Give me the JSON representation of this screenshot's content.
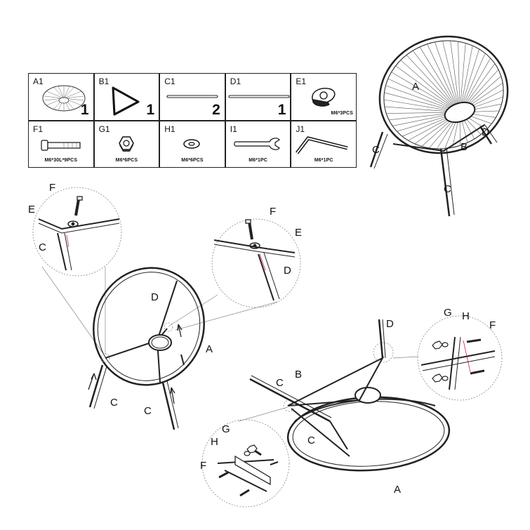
{
  "parts": [
    {
      "id": "A1",
      "qty": "1",
      "spec": "",
      "icon": "seat-icon"
    },
    {
      "id": "B1",
      "qty": "1",
      "spec": "",
      "icon": "triangle-frame-icon"
    },
    {
      "id": "C1",
      "qty": "2",
      "spec": "",
      "icon": "leg-tube-icon"
    },
    {
      "id": "D1",
      "qty": "1",
      "spec": "",
      "icon": "rear-leg-tube-icon"
    },
    {
      "id": "E1",
      "qty": "",
      "spec": "M6*3PCS",
      "icon": "bracket-plate-icon"
    },
    {
      "id": "F1",
      "qty": "",
      "spec": "M6*30L*9PCS",
      "icon": "bolt-icon"
    },
    {
      "id": "G1",
      "qty": "",
      "spec": "M6*6PCS",
      "icon": "nut-icon"
    },
    {
      "id": "H1",
      "qty": "",
      "spec": "M6*6PCS",
      "icon": "washer-icon"
    },
    {
      "id": "I1",
      "qty": "",
      "spec": "M6*1PC",
      "icon": "wrench-icon"
    },
    {
      "id": "J1",
      "qty": "",
      "spec": "M6*1PC",
      "icon": "allen-key-icon"
    }
  ],
  "labels": {
    "chair_a": "A",
    "chair_b": "B",
    "chair_c_left": "C",
    "chair_c_front": "C",
    "chair_d": "D",
    "s1_f": "F",
    "s1_e": "E",
    "s1_c": "C",
    "s1_f2": "F",
    "s1_e2": "E",
    "s1_d2": "D",
    "s1_d": "D",
    "s1_a": "A",
    "s1_c_left": "C",
    "s1_c_right": "C",
    "s2_d": "D",
    "s2_c": "C",
    "s2_b": "B",
    "s2_c2": "C",
    "s2_a": "A",
    "s2_g": "G",
    "s2_h": "H",
    "s2_f": "F",
    "s2_g_low": "G",
    "s2_h_low": "H",
    "s2_f_low": "F"
  }
}
